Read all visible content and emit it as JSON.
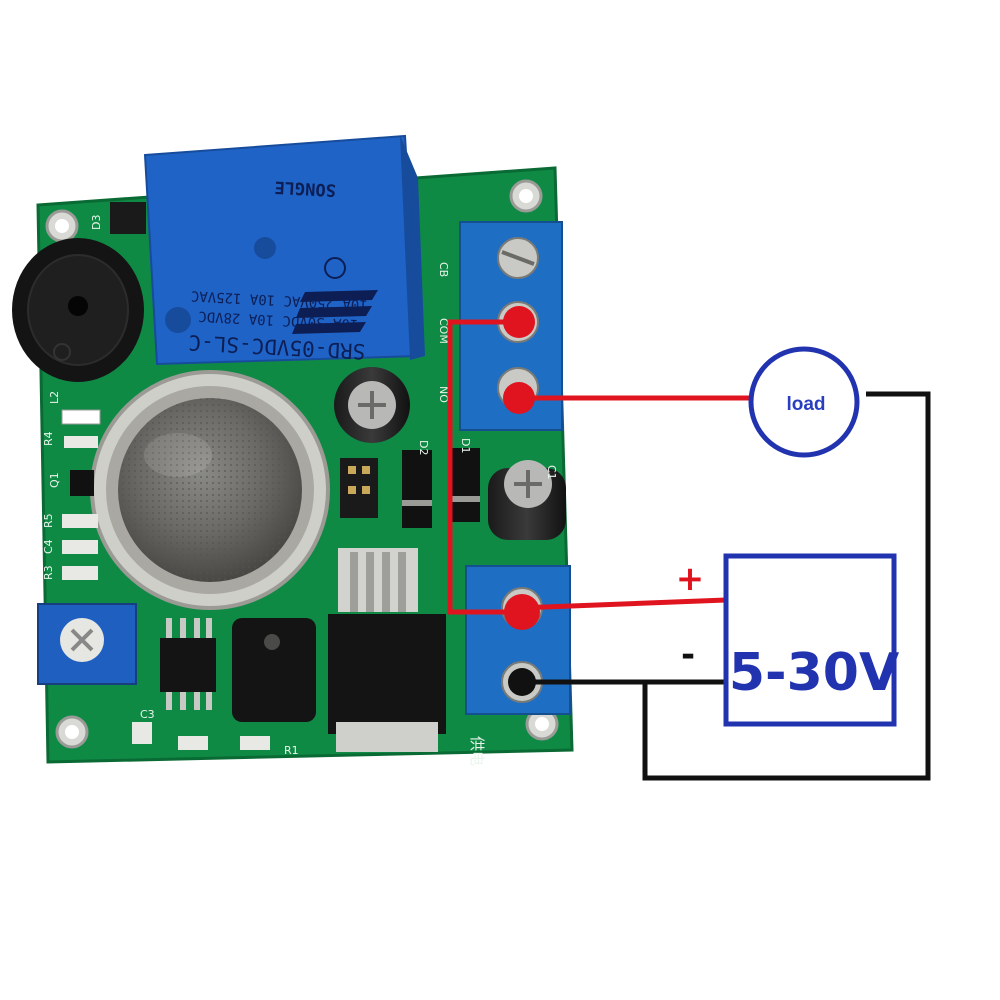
{
  "relay": {
    "model": "SRD-05VDC-SL-C",
    "rating_line1": "10A 30VDC 10A 28VDC",
    "rating_line2": "10A 250VAC 10A 125VAC",
    "brand": "SONGLE"
  },
  "terminals": {
    "relay_top_label": "CB",
    "relay_mid_label": "COM",
    "relay_bottom_label": "NO",
    "power_label": "供电"
  },
  "load": {
    "label": "load"
  },
  "power_supply": {
    "voltage": "5-30V",
    "plus": "+",
    "minus": "-"
  },
  "board_labels": {
    "d3": "D3",
    "r4": "R4",
    "l2": "L2",
    "q1": "Q1",
    "r5": "R5",
    "c4": "C4",
    "r3": "R3",
    "d2": "D2",
    "d1": "D1",
    "c1": "C1",
    "c3": "C3",
    "r1": "R1"
  },
  "colors": {
    "pcb": "#0f8a45",
    "relay": "#1f63c7",
    "terminal": "#1e6fc4",
    "wire_red": "#e0141e",
    "wire_black": "#111111",
    "diagram_blue": "#2233b0"
  }
}
